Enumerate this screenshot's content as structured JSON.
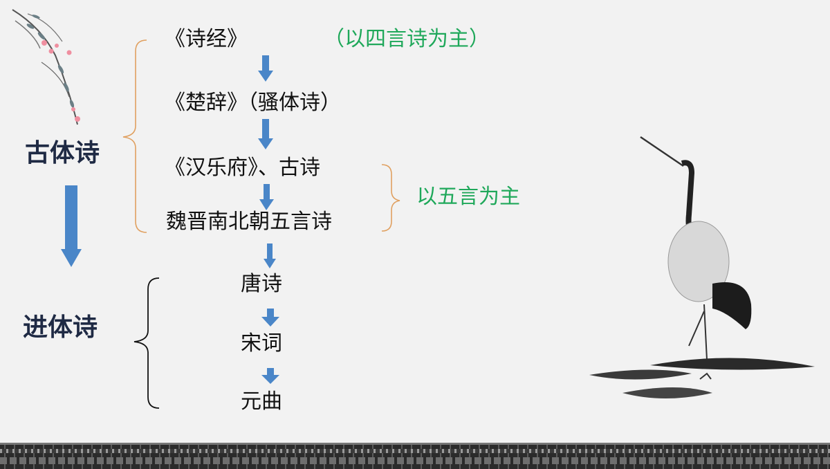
{
  "left_labels": {
    "ancient": "古体诗",
    "regulated": "进体诗"
  },
  "upper_chain": {
    "shijing": "《诗经》",
    "shijing_note": "（以四言诗为主）",
    "chuci": "《楚辞》（骚体诗）",
    "hanyuefu": "《汉乐府》、古诗",
    "weijin": "魏晋南北朝五言诗",
    "five_char_note": "以五言为主"
  },
  "lower_chain": {
    "tang": "唐诗",
    "song": "宋词",
    "yuan": "元曲"
  },
  "colors": {
    "arrow": "#4a86c8",
    "bracket_orange": "#e0a060",
    "bracket_black": "#111111",
    "note_green": "#1fa85a",
    "label_navy": "#1f2a44"
  },
  "decorations": [
    "willow-branch-illustration",
    "crane-ink-painting",
    "tiled-roof-border"
  ]
}
